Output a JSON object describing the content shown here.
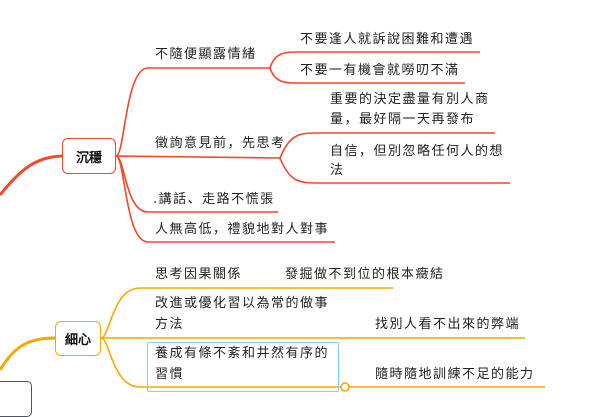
{
  "colors": {
    "red": "#f4472c",
    "orange": "#f7a800",
    "selection": "#7fd3f0"
  },
  "branches": [
    {
      "label": "沉穩",
      "children": [
        {
          "label": "不隨便顯露情緒",
          "children": [
            "不要逢人就訴說困難和遭遇",
            "不要一有機會就嘮叨不滿"
          ]
        },
        {
          "label": "徵詢意見前，先思考",
          "children": [
            "重要的決定盡量有別人商",
            "量，最好隔一天再發布",
            "自信，但別忽略任何人的想",
            "法"
          ]
        },
        {
          "label": ".講話、走路不慌張"
        },
        {
          "label": "人無高低，禮貌地對人對事"
        }
      ]
    },
    {
      "label": "細心",
      "children": [
        {
          "label": "思考因果關係",
          "children": [
            "發掘做不到位的根本癥結"
          ]
        },
        {
          "label": "改進或優化習以為常的做事",
          "label2": "方法",
          "children": [
            "找別人看不出來的弊端"
          ]
        },
        {
          "label": "養成有條不紊和井然有序的",
          "label2": "習慣",
          "children": [
            "隨時隨地訓練不足的能力"
          ]
        }
      ]
    }
  ]
}
